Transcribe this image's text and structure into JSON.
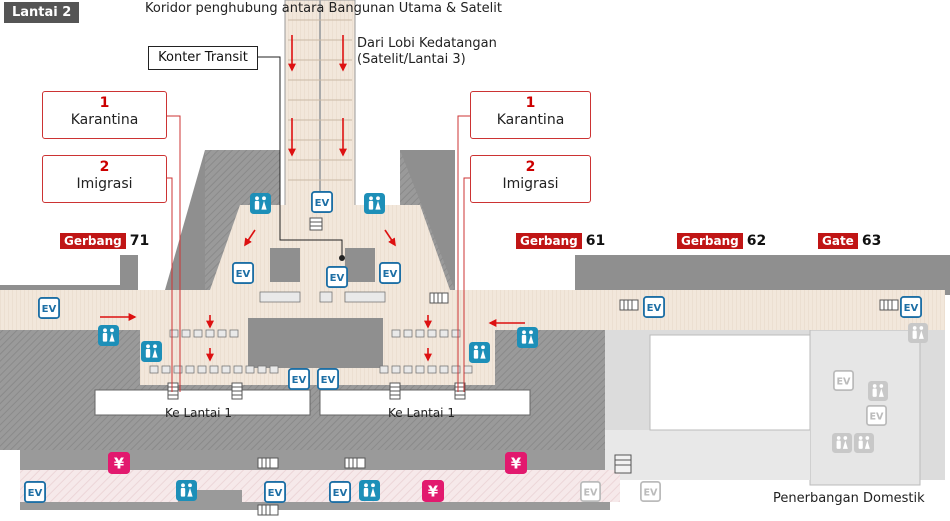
{
  "floor_label": "Lantai 2",
  "corridor_title": "Koridor penghubung antara Bangunan Utama & Satelit",
  "arrival_lobby": {
    "line1": "Dari Lobi Kedatangan",
    "line2": "(Satelit/Lantai 3)"
  },
  "transit_counter": "Konter Transit",
  "left_counters": [
    {
      "number": "1",
      "label": "Karantina"
    },
    {
      "number": "2",
      "label": "Imigrasi"
    }
  ],
  "right_counters": [
    {
      "number": "1",
      "label": "Karantina"
    },
    {
      "number": "2",
      "label": "Imigrasi"
    }
  ],
  "gates": [
    {
      "tag": "Gerbang",
      "number": "71"
    },
    {
      "tag": "Gerbang",
      "number": "61"
    },
    {
      "tag": "Gerbang",
      "number": "62"
    },
    {
      "tag": "Gate",
      "number": "63"
    }
  ],
  "to_floor_labels": [
    "Ke Lantai 1",
    "Ke Lantai 1"
  ],
  "domestic_label": "Penerbangan Domestik",
  "icons": {
    "elevator": "EV",
    "restroom": "restroom-icon",
    "currency_exchange": "¥"
  },
  "colors": {
    "building": "#8f8f8f",
    "floor": "#f1e6da",
    "accent_red": "#c01515",
    "facility_blue": "#1d8fb8",
    "currency_pink": "#e2196e",
    "outline": "#555555"
  }
}
